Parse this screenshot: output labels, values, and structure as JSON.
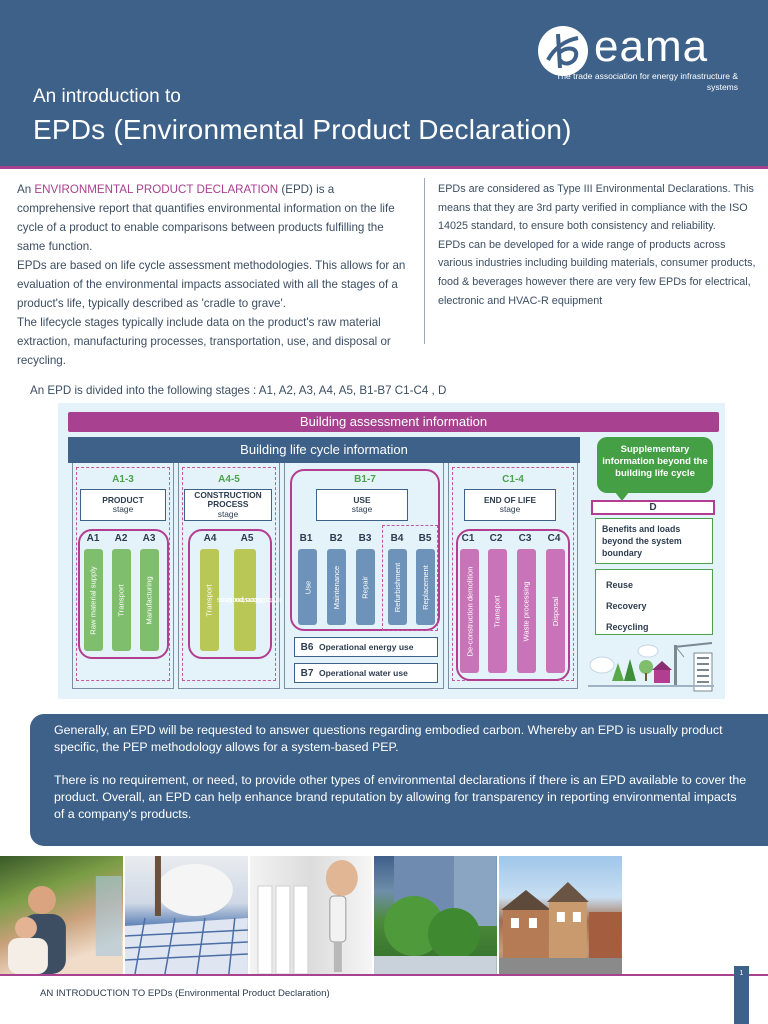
{
  "header": {
    "subtitle": "An introduction to",
    "title": "EPDs (Environmental Product Declaration)",
    "logo_text": "eama",
    "logo_tagline": "The trade association for energy infrastructure & systems"
  },
  "intro": {
    "left": {
      "p1_prefix": "An ",
      "p1_highlight": "ENVIRONMENTAL PRODUCT DECLARATION",
      "p1_rest": " (EPD) is a comprehensive report that quantifies environmental information on the life cycle of a product to enable comparisons between products fulfilling the same function.",
      "p2": "EPDs are based on life cycle assessment methodologies. This allows for an evaluation of the environmental impacts associated with all the stages of a product's life, typically described as 'cradle to grave'.",
      "p3": "The lifecycle stages typically include data on the product's raw material extraction, manufacturing processes, transportation, use, and disposal or recycling."
    },
    "right": {
      "p1": "EPDs are considered as Type III Environmental Declarations. This means that they are 3rd party verified in compliance with the ISO 14025 standard, to ensure both consistency and reliability.",
      "p2": "EPDs can be developed for a wide range of products across various industries including building materials, consumer products, food & beverages however there are very few EPDs for electrical, electronic and HVAC-R equipment"
    },
    "stages_line": "An EPD is divided into the following stages : A1, A2, A3, A4, A5, B1-B7 C1-C4 , D"
  },
  "diagram": {
    "assessment_bar": "Building assessment information",
    "lifecycle_bar": "Building life cycle information",
    "supplementary": "Supplementary information beyond the building life cycle",
    "groups": {
      "a13": {
        "code": "A1-3",
        "stage_title": "PRODUCT",
        "stage_sub": "stage"
      },
      "a45": {
        "code": "A4-5",
        "stage_title": "CONSTRUCTION PROCESS",
        "stage_sub": "stage"
      },
      "b17": {
        "code": "B1-7",
        "stage_title": "USE",
        "stage_sub": "stage"
      },
      "c14": {
        "code": "C1-4",
        "stage_title": "END OF LIFE",
        "stage_sub": "stage"
      }
    },
    "codes": {
      "a1": "A1",
      "a2": "A2",
      "a3": "A3",
      "a4": "A4",
      "a5": "A5",
      "b1": "B1",
      "b2": "B2",
      "b3": "B3",
      "b4": "B4",
      "b5": "B5",
      "b6": "B6",
      "b7": "B7",
      "c1": "C1",
      "c2": "C2",
      "c3": "C3",
      "c4": "C4",
      "d": "D"
    },
    "pills": {
      "a1": "Raw material supply",
      "a2": "Transport",
      "a3": "Manufacturing",
      "a4": "Transport",
      "a5_line1": "Construction",
      "a5_line2": "installation process",
      "b1": "Use",
      "b2": "Maintenance",
      "b3": "Repair",
      "b4": "Refurbishment",
      "b5": "Replacement",
      "c1": "De-construction demolition",
      "c2": "Transport",
      "c3": "Waste processing",
      "c4": "Disposal"
    },
    "b6_label": "Operational energy use",
    "b7_label": "Operational water use",
    "benefits": "Benefits and loads beyond the system boundary",
    "rrr": [
      "Reuse",
      "Recovery",
      "Recycling"
    ]
  },
  "info": {
    "p1": "Generally, an EPD will be requested to answer questions regarding embodied carbon. Whereby an EPD is usually product specific, the PEP methodology allows for a system-based PEP.",
    "p2": "There is no requirement, or need, to provide other types of environmental declarations if there is an EPD available to cover the product. Overall, an EPD can help enhance brand reputation by allowing for transparency in reporting environmental impacts of a company's products."
  },
  "footer": {
    "text": "AN INTRODUCTION TO EPDs (Environmental Product Declaration)",
    "page": "1"
  },
  "colors": {
    "navy": "#3e6189",
    "magenta": "#a8418f",
    "green": "#45a045",
    "diagram_bg": "#e4f3fa"
  }
}
